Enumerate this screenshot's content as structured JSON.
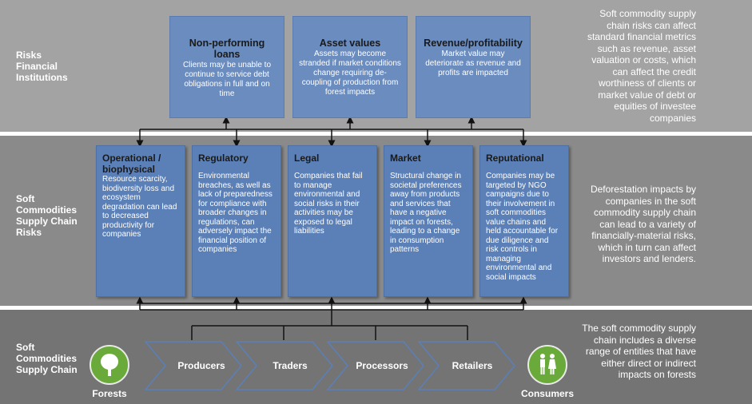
{
  "bands": {
    "financial_label": "Risks\nFinancial\nInstitutions",
    "supply_risks_label": "Soft\nCommodities\nSupply Chain\nRisks",
    "supply_chain_label": "Soft\nCommodities\nSupply Chain"
  },
  "descriptions": {
    "financial": "Soft commodity supply chain risks can affect standard financial metrics such as revenue, asset valuation or costs, which can affect the credit worthiness of clients or market value of debt or equities of investee companies",
    "supply_risks": "Deforestation impacts by companies in the soft commodity supply chain can lead to a variety of financially-material risks, which in turn can affect investors and lenders.",
    "supply_chain": "The soft commodity supply chain includes a diverse range of entities that have either direct or indirect impacts on forests"
  },
  "financial_boxes": [
    {
      "title": "Non-performing loans",
      "body": "Clients may be unable to continue to service debt obligations in full and on time"
    },
    {
      "title": "Asset values",
      "body": "Assets may become stranded if market conditions change requiring de-coupling of production from forest impacts"
    },
    {
      "title": "Revenue/profitability",
      "body": "Market value may deteriorate as revenue and profits are impacted"
    }
  ],
  "risk_boxes": [
    {
      "title": "Operational / biophysical",
      "body": "Resource scarcity, biodiversity loss and ecosystem degradation can lead to decreased productivity for companies"
    },
    {
      "title": "Regulatory",
      "body": "Environmental breaches, as well as lack of preparedness for compliance with broader changes in regulations, can adversely impact the financial position of companies"
    },
    {
      "title": "Legal",
      "body": "Companies that fail to manage environmental and social risks in their activities may be exposed to legal liabilities"
    },
    {
      "title": "Market",
      "body": "Structural change in societal preferences away from products and services that have a negative impact on forests, leading to a change in consumption patterns"
    },
    {
      "title": "Reputational",
      "body": "Companies may be targeted by NGO campaigns due to their involvement in soft commodities value chains and held accountable for due diligence and risk controls in managing environmental and social impacts"
    }
  ],
  "chain": {
    "start": "Forests",
    "steps": [
      "Producers",
      "Traders",
      "Processors",
      "Retailers"
    ],
    "end": "Consumers"
  },
  "colors": {
    "box_top": "#6b8cbf",
    "box_mid": "#5b80b8",
    "chevron_stroke": "#5b80b8",
    "icon_green": "#6aaa3a"
  },
  "icons": {
    "start": "tree-icon",
    "end": "people-icon"
  }
}
